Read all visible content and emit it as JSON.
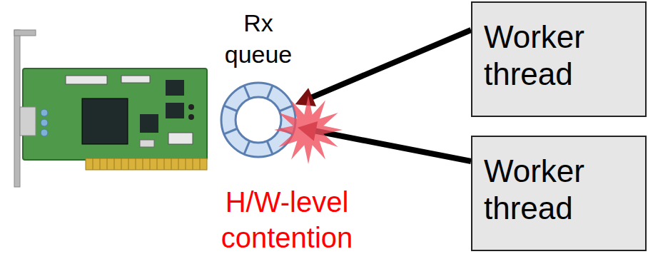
{
  "diagram": {
    "nodes": [
      {
        "text": [
          "Rx queue"
        ]
      },
      {
        "text": [
          "Worker thread"
        ]
      },
      {
        "text": [
          "Worker thread"
        ]
      }
    ],
    "edges": [
      {
        "from": 1,
        "to": 0,
        "arrow": "to"
      },
      {
        "from": 2,
        "to": 0,
        "arrow": "to"
      }
    ],
    "labels": [
      "H/W-level contention"
    ]
  }
}
